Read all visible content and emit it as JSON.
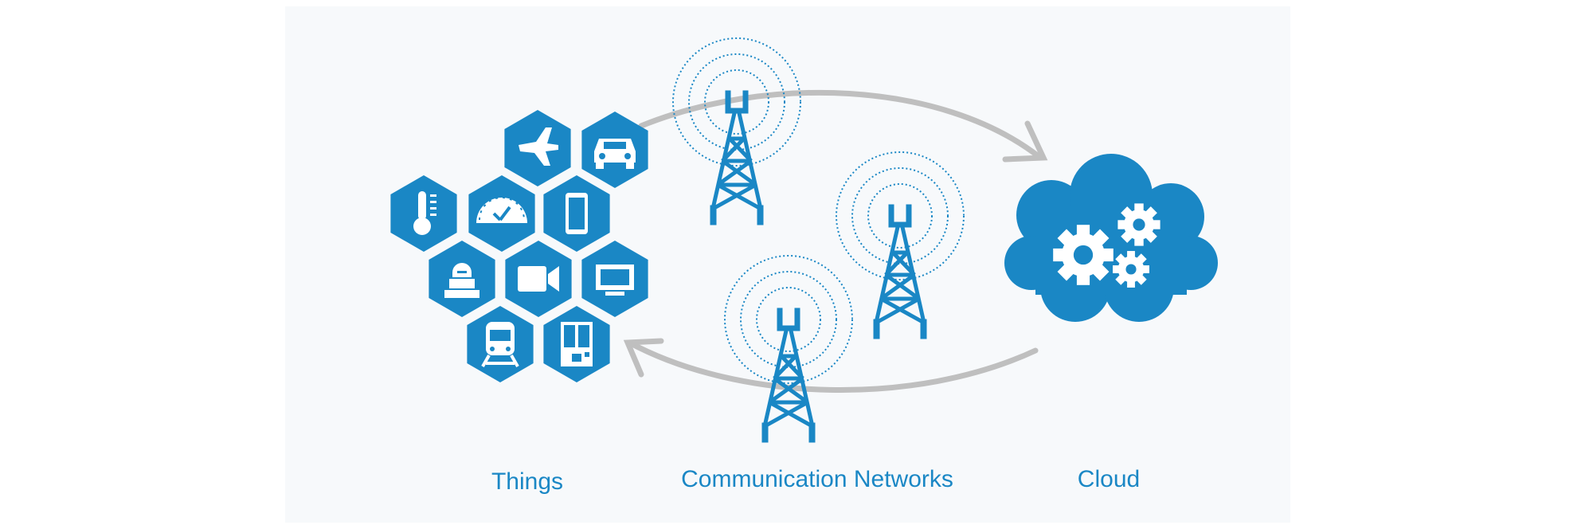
{
  "colors": {
    "accent": "#1a87c5",
    "arrow": "#bfbfbf",
    "background": "#f7f9fb"
  },
  "labels": {
    "things": "Things",
    "networks": "Communication Networks",
    "cloud": "Cloud"
  },
  "things_icons": [
    "airplane-icon",
    "car-icon",
    "thermometer-icon",
    "speedometer-icon",
    "smartphone-icon",
    "robot-icon",
    "video-camera-icon",
    "television-icon",
    "train-icon",
    "vending-machine-icon"
  ],
  "network_icons": [
    "radio-tower-icon",
    "radio-tower-icon",
    "radio-tower-icon"
  ],
  "cloud_icons": [
    "cloud-icon",
    "gears-icon"
  ],
  "arrows": [
    "arrow-things-to-cloud",
    "arrow-cloud-to-things"
  ]
}
